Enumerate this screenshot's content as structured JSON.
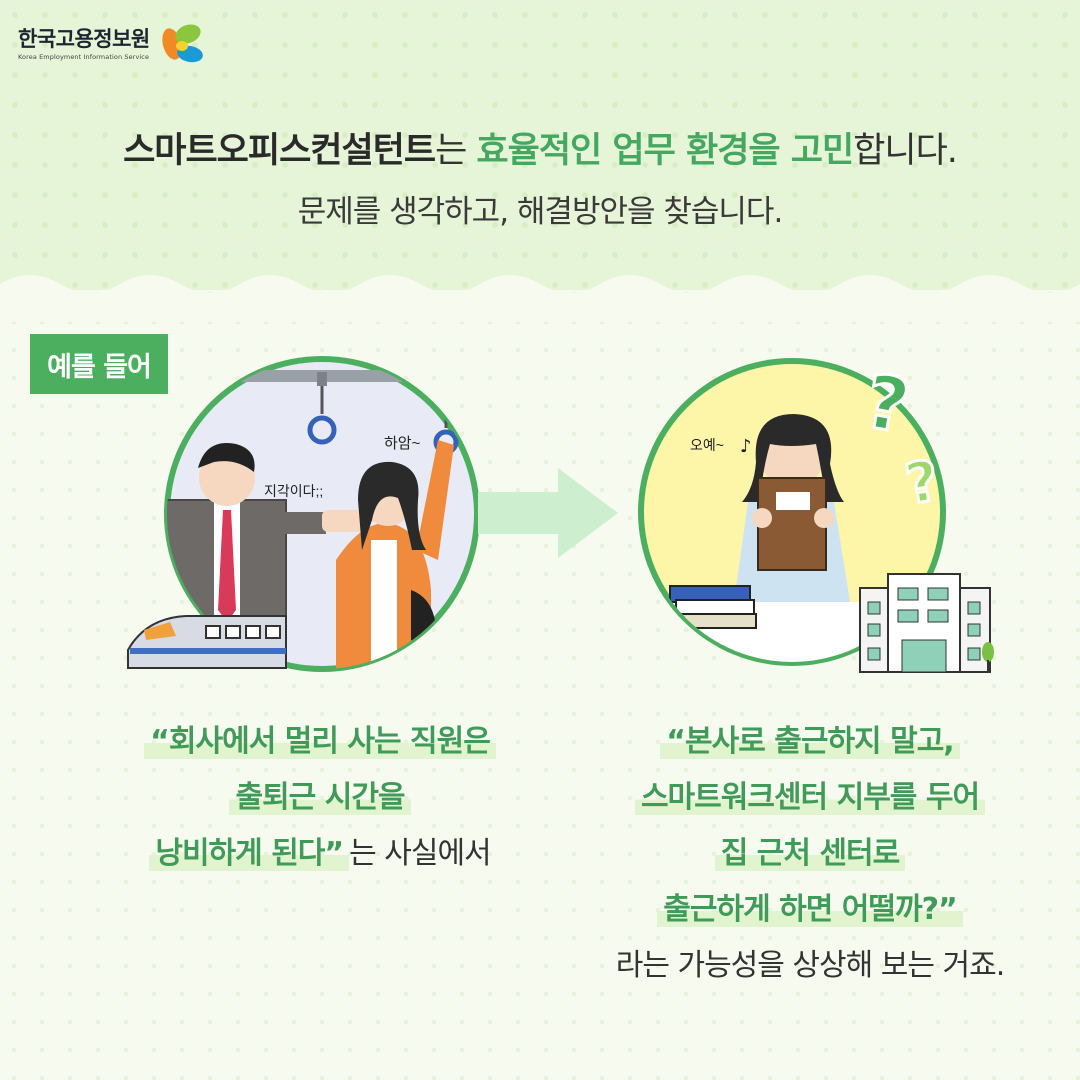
{
  "logo": {
    "name_kr": "한국고용정보원",
    "name_en": "Korea Employment Information Service"
  },
  "headline": {
    "part1": "스마트오피스컨설턴트",
    "part2": "는 ",
    "part3": "효율적인 업무 환경을 고민",
    "part4": "합니다.",
    "sub": "문제를 생각하고, 해결방안을 찾습니다."
  },
  "tag": "예를 들어",
  "scene_left": {
    "speech1": "하암~",
    "speech2": "지각이다;;"
  },
  "scene_right": {
    "speech": "오예~"
  },
  "caption_left": {
    "line1": "“회사에서 멀리 사는 직원은",
    "line2": "출퇴근 시간을",
    "line3": "낭비하게 된다”",
    "line3_tail": "는 사실에서"
  },
  "caption_right": {
    "line1": "“본사로 출근하지 말고,",
    "line2": "스마트워크센터 지부를 두어",
    "line3": "집 근처 센터로",
    "line4": "출근하게 하면 어떨까?”",
    "line5": "라는 가능성을 상상해 보는 거죠."
  },
  "colors": {
    "accent": "#4cae5f",
    "top_bg": "#e6f4d7",
    "circle_right": "#fdf6a8",
    "circle_left": "#e6e9f7"
  }
}
